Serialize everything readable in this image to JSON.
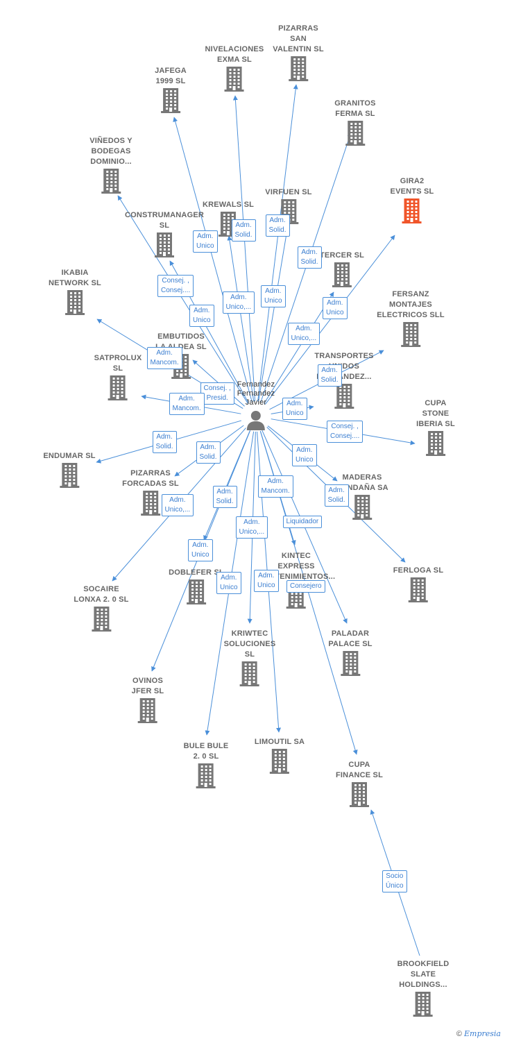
{
  "colors": {
    "edge": "#4a8fd9",
    "building": "#777777",
    "highlight": "#f0552a",
    "person": "#777777"
  },
  "center": {
    "label": "Fernandez\nFernandez\nJavier",
    "icon": "person-icon"
  },
  "companies": [
    {
      "id": "nivelaciones",
      "label": "NIVELACIONES\nEXMA SL",
      "icon": "building-icon"
    },
    {
      "id": "pizarras_san",
      "label": "PIZARRAS\nSAN\nVALENTIN SL",
      "icon": "building-icon"
    },
    {
      "id": "jafega",
      "label": "JAFEGA\n1999 SL",
      "icon": "building-icon"
    },
    {
      "id": "granitos",
      "label": "GRANITOS\nFERMA SL",
      "icon": "building-icon"
    },
    {
      "id": "vinedos",
      "label": "VIÑEDOS Y\nBODEGAS\nDOMINIO...",
      "icon": "building-icon"
    },
    {
      "id": "gira2",
      "label": "GIRA2\nEVENTS SL",
      "icon": "building-icon",
      "highlight": true
    },
    {
      "id": "virfuen",
      "label": "VIRFUEN SL",
      "icon": "building-icon"
    },
    {
      "id": "krewals",
      "label": "KREWALS SL",
      "icon": "building-icon"
    },
    {
      "id": "construmanager",
      "label": "CONSTRUMANAGER\nSL",
      "icon": "building-icon"
    },
    {
      "id": "tercer",
      "label": "TERCER SL",
      "icon": "building-icon"
    },
    {
      "id": "ikabia",
      "label": "IKABIA\nNETWORK SL",
      "icon": "building-icon"
    },
    {
      "id": "fersanz",
      "label": "FERSANZ\nMONTAJES\nELECTRICOS SLL",
      "icon": "building-icon"
    },
    {
      "id": "embutidos",
      "label": "EMBUTIDOS\nLA ALDEA SL",
      "icon": "building-icon"
    },
    {
      "id": "satprolux",
      "label": "SATPROLUX\nSL",
      "icon": "building-icon"
    },
    {
      "id": "transportes",
      "label": "TRANSPORTES\nUNIDOS\nFERNANDEZ...",
      "icon": "building-icon"
    },
    {
      "id": "cupa_stone",
      "label": "CUPA\nSTONE\nIBERIA SL",
      "icon": "building-icon"
    },
    {
      "id": "endumar",
      "label": "ENDUMAR SL",
      "icon": "building-icon"
    },
    {
      "id": "pizarras_forcadas",
      "label": "PIZARRAS\nFORCADAS SL",
      "icon": "building-icon"
    },
    {
      "id": "maderas",
      "label": "MADERAS\nCANDAÑA SA",
      "icon": "building-icon"
    },
    {
      "id": "ferloga",
      "label": "FERLOGA SL",
      "icon": "building-icon"
    },
    {
      "id": "socaire",
      "label": "SOCAIRE\nLONXA 2. 0 SL",
      "icon": "building-icon"
    },
    {
      "id": "doblefer",
      "label": "DOBLEFER SL",
      "icon": "building-icon"
    },
    {
      "id": "kintec",
      "label": "KINTEC\nEXPRESS\nMANTENIMIENTOS...",
      "icon": "building-icon"
    },
    {
      "id": "kriwtec",
      "label": "KRIWTEC\nSOLUCIONES\nSL",
      "icon": "building-icon"
    },
    {
      "id": "paladar",
      "label": "PALADAR\nPALACE SL",
      "icon": "building-icon"
    },
    {
      "id": "ovinos",
      "label": "OVINOS\nJFER SL",
      "icon": "building-icon"
    },
    {
      "id": "bule",
      "label": "BULE BULE\n2. 0 SL",
      "icon": "building-icon"
    },
    {
      "id": "limoutil",
      "label": "LIMOUTIL SA",
      "icon": "building-icon"
    },
    {
      "id": "cupa_finance",
      "label": "CUPA\nFINANCE SL",
      "icon": "building-icon"
    },
    {
      "id": "brookfield",
      "label": "BROOKFIELD\nSLATE\nHOLDINGS...",
      "icon": "building-icon"
    }
  ],
  "relations": [
    {
      "from": "center",
      "to": "nivelaciones",
      "label": "Adm.\nSolid."
    },
    {
      "from": "center",
      "to": "pizarras_san",
      "label": "Adm.\nSolid."
    },
    {
      "from": "center",
      "to": "jafega",
      "label": "Adm.\nUnico"
    },
    {
      "from": "center",
      "to": "granitos",
      "label": "Adm.\nSolid."
    },
    {
      "from": "center",
      "to": "vinedos",
      "label": "Adm.\nUnico"
    },
    {
      "from": "center",
      "to": "gira2",
      "label": "Adm.\nUnico,..."
    },
    {
      "from": "center",
      "to": "virfuen",
      "label": "Adm.\nUnico"
    },
    {
      "from": "center",
      "to": "krewals",
      "label": "Adm.\nUnico,..."
    },
    {
      "from": "center",
      "to": "construmanager",
      "label": "Consej. ,\nConsej...."
    },
    {
      "from": "center",
      "to": "tercer",
      "label": "Adm.\nUnico"
    },
    {
      "from": "center",
      "to": "ikabia",
      "label": "Adm.\nMancom."
    },
    {
      "from": "center",
      "to": "fersanz",
      "label": "Adm.\nSolid."
    },
    {
      "from": "center",
      "to": "embutidos",
      "label": "Consej. ,\nPresid."
    },
    {
      "from": "center",
      "to": "satprolux",
      "label": "Adm.\nMancom."
    },
    {
      "from": "center",
      "to": "transportes",
      "label": "Adm.\nUnico"
    },
    {
      "from": "center",
      "to": "cupa_stone",
      "label": "Consej. ,\nConsej...."
    },
    {
      "from": "center",
      "to": "endumar",
      "label": "Adm.\nSolid."
    },
    {
      "from": "center",
      "to": "pizarras_forcadas",
      "label": "Adm.\nSolid."
    },
    {
      "from": "center",
      "to": "maderas",
      "label": "Adm.\nUnico"
    },
    {
      "from": "center",
      "to": "ferloga",
      "label": "Adm.\nSolid."
    },
    {
      "from": "center",
      "to": "socaire",
      "label": "Adm.\nUnico,..."
    },
    {
      "from": "center",
      "to": "doblefer",
      "label": "Adm.\nSolid."
    },
    {
      "from": "center",
      "to": "kintec",
      "label": "Liquidador"
    },
    {
      "from": "center",
      "to": "kriwtec",
      "label": "Adm.\nUnico,..."
    },
    {
      "from": "center",
      "to": "paladar",
      "label": "Adm.\nMancom."
    },
    {
      "from": "center",
      "to": "ovinos",
      "label": "Adm.\nUnico"
    },
    {
      "from": "center",
      "to": "bule",
      "label": "Adm.\nUnico"
    },
    {
      "from": "center",
      "to": "limoutil",
      "label": "Adm.\nUnico"
    },
    {
      "from": "center",
      "to": "cupa_finance",
      "label": "Consejero"
    },
    {
      "from": "brookfield",
      "to": "cupa_finance",
      "label": "Socio\nÚnico"
    }
  ],
  "footer": {
    "copyright": "©",
    "brand": "Empresia"
  }
}
